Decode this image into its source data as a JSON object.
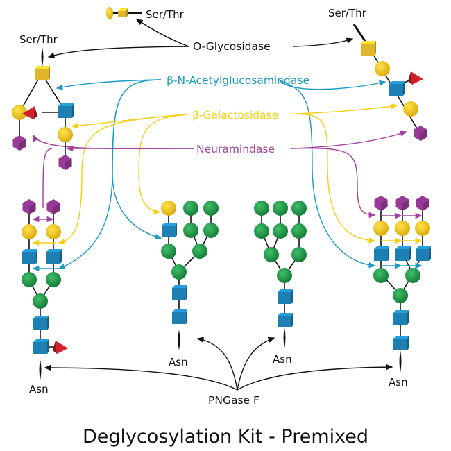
{
  "title": "Deglycosylation Kit - Premixed",
  "colors": {
    "o_glycosidase": "#111111",
    "hexnacase": "#1a9ac4",
    "galactosidase": "#f4cf16",
    "neuraminidase": "#a23f9f",
    "pngase": "#111111",
    "glcnac": "#1e7fb2",
    "galnac": "#e0b52a",
    "galactose": "#f0c419",
    "mannose": "#1f9a46",
    "sialic_acid": "#9a3a98",
    "fucose": "#d4202a"
  },
  "enzymes": {
    "o_glycosidase": "O-Glycosidase",
    "hexnacase": "β-N-Acetylglucosamindase",
    "galactosidase": "β-Galactosidase",
    "neuraminidase": "Neuramindase",
    "pngase": "PNGase F"
  },
  "sites": {
    "top_center": "Ser/Thr",
    "top_left": "Ser/Thr",
    "top_right": "Ser/Thr",
    "n1": "Asn",
    "n2": "Asn",
    "n3": "Asn",
    "n4": "Asn"
  },
  "legend_symbols": {
    "glcnac": "blue cube",
    "galnac": "yellow cube",
    "galactose": "yellow sphere",
    "mannose": "green sphere",
    "sialic_acid": "purple hexagon",
    "fucose": "red pyramid"
  }
}
